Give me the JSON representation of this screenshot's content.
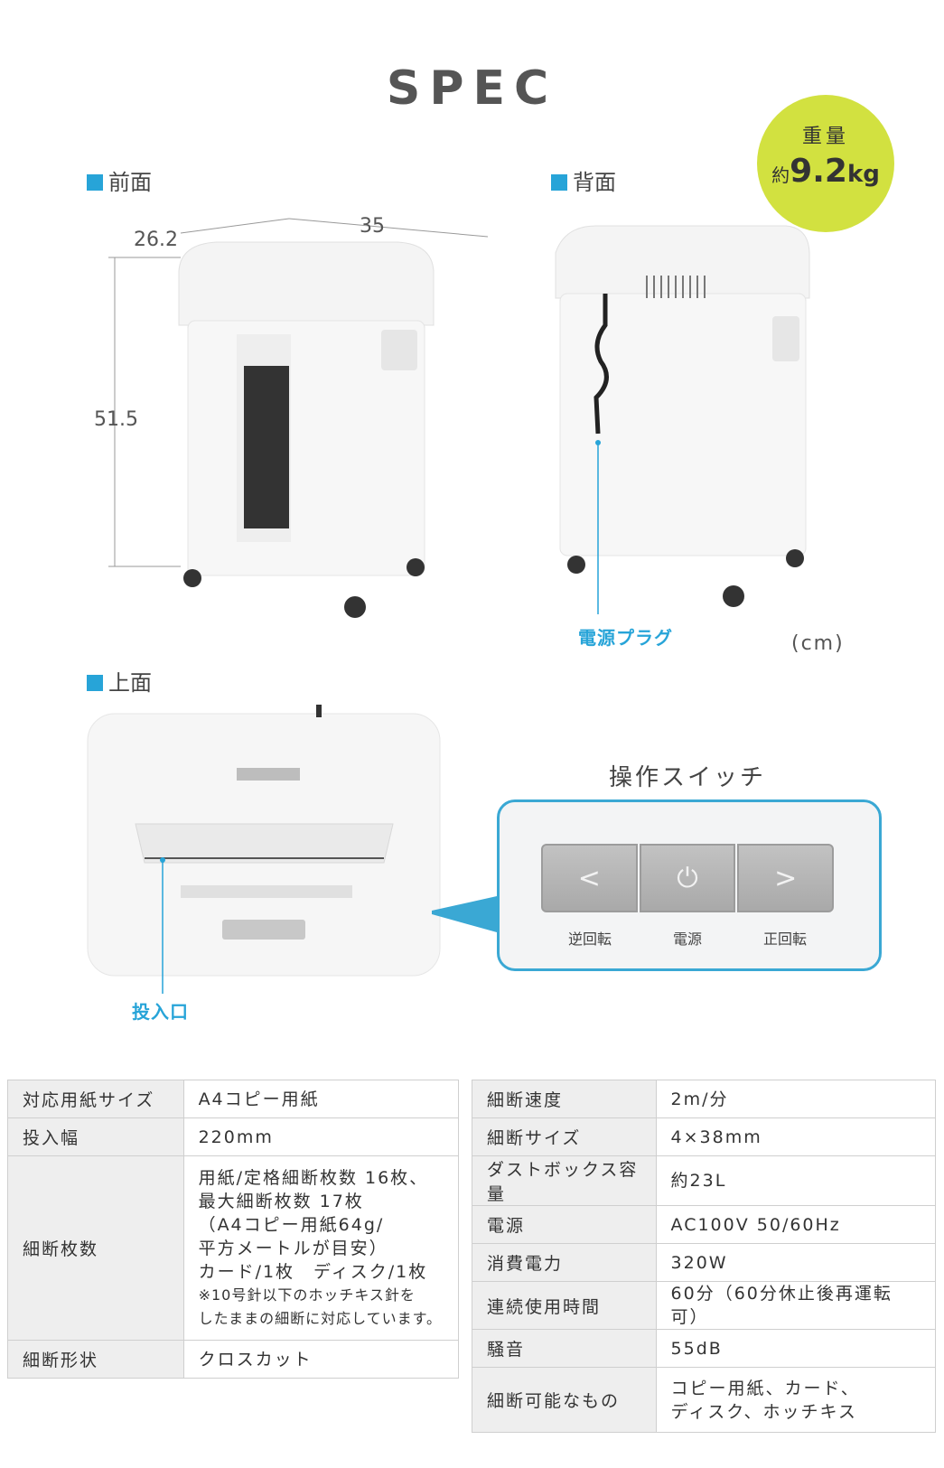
{
  "title": "SPEC",
  "weight": {
    "label": "重量",
    "prefix": "約",
    "value": "9.2",
    "unit": "kg"
  },
  "views": {
    "front": "前面",
    "back": "背面",
    "top": "上面"
  },
  "dimensions": {
    "depth": "26.2",
    "width": "35",
    "height": "51.5",
    "unit": "(cm)"
  },
  "callouts": {
    "power_plug": "電源プラグ",
    "insertion_slot": "投入口"
  },
  "switch": {
    "title": "操作スイッチ",
    "buttons": [
      {
        "symbol": "<",
        "label": "逆回転"
      },
      {
        "symbol": "⏻",
        "label": "電源"
      },
      {
        "symbol": ">",
        "label": "正回転"
      }
    ]
  },
  "spec_left": [
    {
      "key": "対応用紙サイズ",
      "value": [
        "A4コピー用紙"
      ]
    },
    {
      "key": "投入幅",
      "value": [
        "220mm"
      ]
    },
    {
      "key": "細断枚数",
      "value": [
        "用紙/定格細断枚数 16枚、",
        "最大細断枚数 17枚",
        "（A4コピー用紙64g/",
        "平方メートルが目安）",
        "カード/1枚　ディスク/1枚"
      ],
      "note": [
        "※10号針以下のホッチキス針を",
        "したままの細断に対応しています。"
      ]
    },
    {
      "key": "細断形状",
      "value": [
        "クロスカット"
      ]
    }
  ],
  "spec_right": [
    {
      "key": "細断速度",
      "value": [
        "2m/分"
      ]
    },
    {
      "key": "細断サイズ",
      "value": [
        "4×38mm"
      ]
    },
    {
      "key": "ダストボックス容量",
      "value": [
        "約23L"
      ]
    },
    {
      "key": "電源",
      "value": [
        "AC100V 50/60Hz"
      ]
    },
    {
      "key": "消費電力",
      "value": [
        "320W"
      ]
    },
    {
      "key": "連続使用時間",
      "value": [
        "60分（60分休止後再運転可）"
      ]
    },
    {
      "key": "騒音",
      "value": [
        "55dB"
      ]
    },
    {
      "key": "細断可能なもの",
      "value": [
        "コピー用紙、カード、",
        "ディスク、ホッチキス"
      ]
    }
  ],
  "colors": {
    "accent": "#27a4d8",
    "badge": "#d2e140",
    "table_header_bg": "#eeeeee"
  }
}
